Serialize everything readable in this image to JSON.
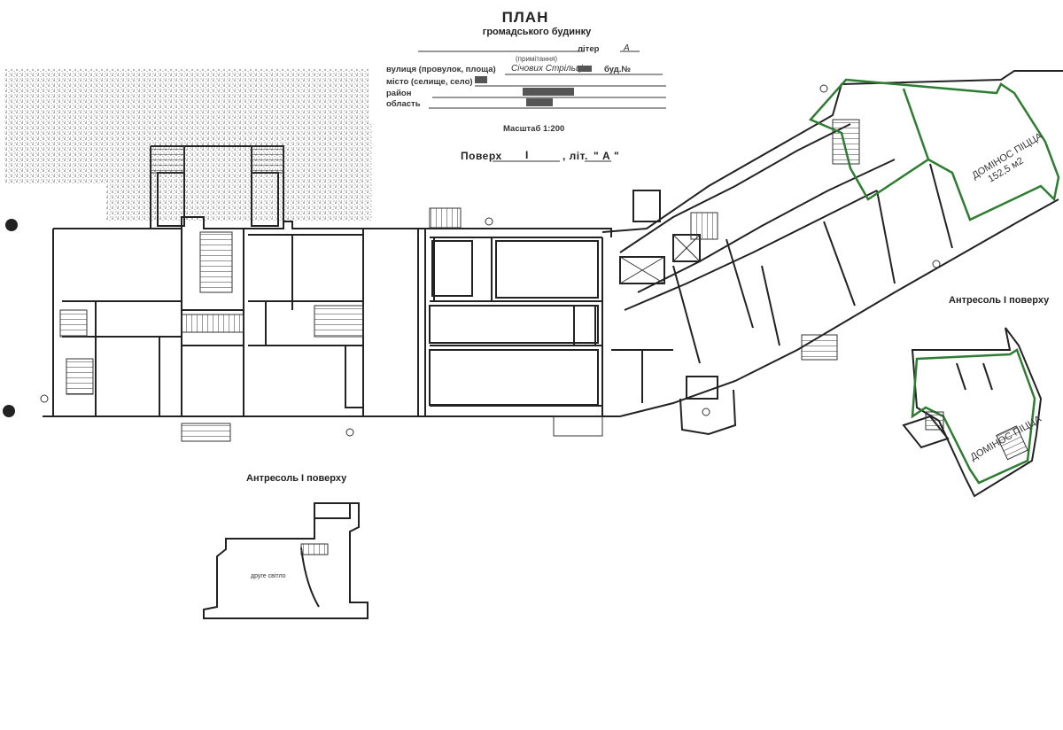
{
  "header": {
    "title": "ПЛАН",
    "subtitle": "громадського будинку",
    "liter_label": "літер",
    "liter_value": "А",
    "note_label": "(примітання)"
  },
  "address": {
    "street_label": "вулиця (провулок, площа)",
    "street_value": "Січових Стрільців",
    "building_label": "буд.№",
    "city_label": "місто (селище, село)",
    "district_label": "район",
    "region_label": "область",
    "scale_label": "Масштаб 1:200"
  },
  "floor": {
    "label": "Поверх",
    "number": "I",
    "liter_label": ", літ.",
    "liter_value": "\" А \""
  },
  "mezzanine_right": {
    "label": "Антресоль I поверху"
  },
  "mezzanine_bottom": {
    "label": "Антресоль I поверху",
    "room_note": "друге світло"
  },
  "tenant": {
    "name": "ДОМІНОС ПІЦЦА",
    "area": "152,5 м2"
  },
  "colors": {
    "ink": "#222222",
    "green_outline": "#2e7d32",
    "paper": "#ffffff",
    "smudge": "#9a9a9a"
  }
}
